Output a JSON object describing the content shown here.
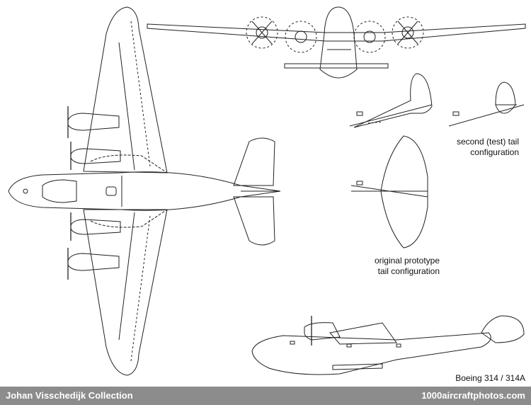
{
  "labels": {
    "second_tail": [
      "second (test) tail",
      "configuration"
    ],
    "original_tail": [
      "original prototype",
      "tail configuration"
    ],
    "model": "Boeing 314 / 314A"
  },
  "footer": {
    "collection": "Johan Visschedijk Collection",
    "site": "1000aircraftphotos.com"
  },
  "colors": {
    "line": "#222222",
    "footer_bg": "#8c8c8c",
    "footer_text": "#ffffff"
  }
}
